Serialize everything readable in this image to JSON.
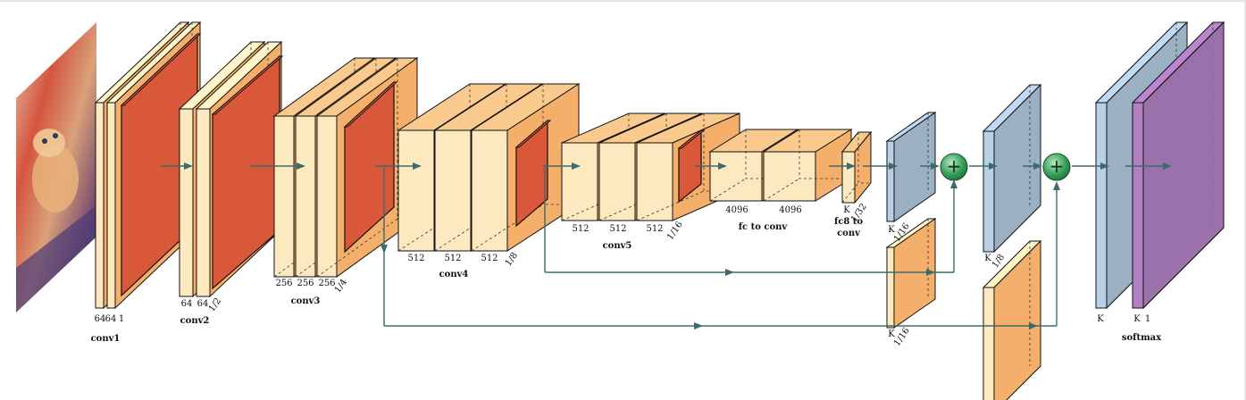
{
  "colors": {
    "block_light": "#fde9c0",
    "block_mid": "#f9c98d",
    "block_dark": "#f4b06b",
    "conv_face": "#d9583a",
    "score_blue": "#b8cfe6",
    "softmax_purple": "#a477b4",
    "sum_green": "#3aa35c",
    "arrow": "#3d6b6b",
    "image_bg": "#c97a5a"
  },
  "diagram": {
    "input": {
      "name": "input-image",
      "caption": ""
    },
    "blocks": [
      {
        "id": "conv1",
        "group_label": "conv1",
        "channel_labels": [
          "64",
          "64"
        ],
        "scale_label": "1"
      },
      {
        "id": "conv2",
        "group_label": "conv2",
        "channel_labels": [
          "64",
          "64"
        ],
        "scale_label": "1/2"
      },
      {
        "id": "conv3",
        "group_label": "conv3",
        "channel_labels": [
          "256",
          "256",
          "256"
        ],
        "scale_label": "1/4"
      },
      {
        "id": "conv4",
        "group_label": "conv4",
        "channel_labels": [
          "512",
          "512",
          "512"
        ],
        "scale_label": "1/8"
      },
      {
        "id": "conv5",
        "group_label": "conv5",
        "channel_labels": [
          "512",
          "512",
          "512"
        ],
        "scale_label": "1/16"
      },
      {
        "id": "fc",
        "group_label": "fc to conv",
        "channel_labels": [
          "4096",
          "4096"
        ],
        "scale_label": ""
      },
      {
        "id": "fc8",
        "group_label_line1": "fc8 to",
        "group_label_line2": "conv",
        "channel_labels": [
          "K"
        ],
        "scale_label": "1/32"
      }
    ],
    "score_layers": [
      {
        "id": "score-16-up",
        "channel": "K",
        "scale": "1/16"
      },
      {
        "id": "score-16-pool",
        "channel": "K",
        "scale": "1/16"
      },
      {
        "id": "score-8-up",
        "channel": "K",
        "scale": "1/8"
      }
    ],
    "output": {
      "channel_a": "K",
      "channel_b": "K",
      "scale": "1",
      "label": "softmax"
    },
    "sum_symbol": "+"
  }
}
